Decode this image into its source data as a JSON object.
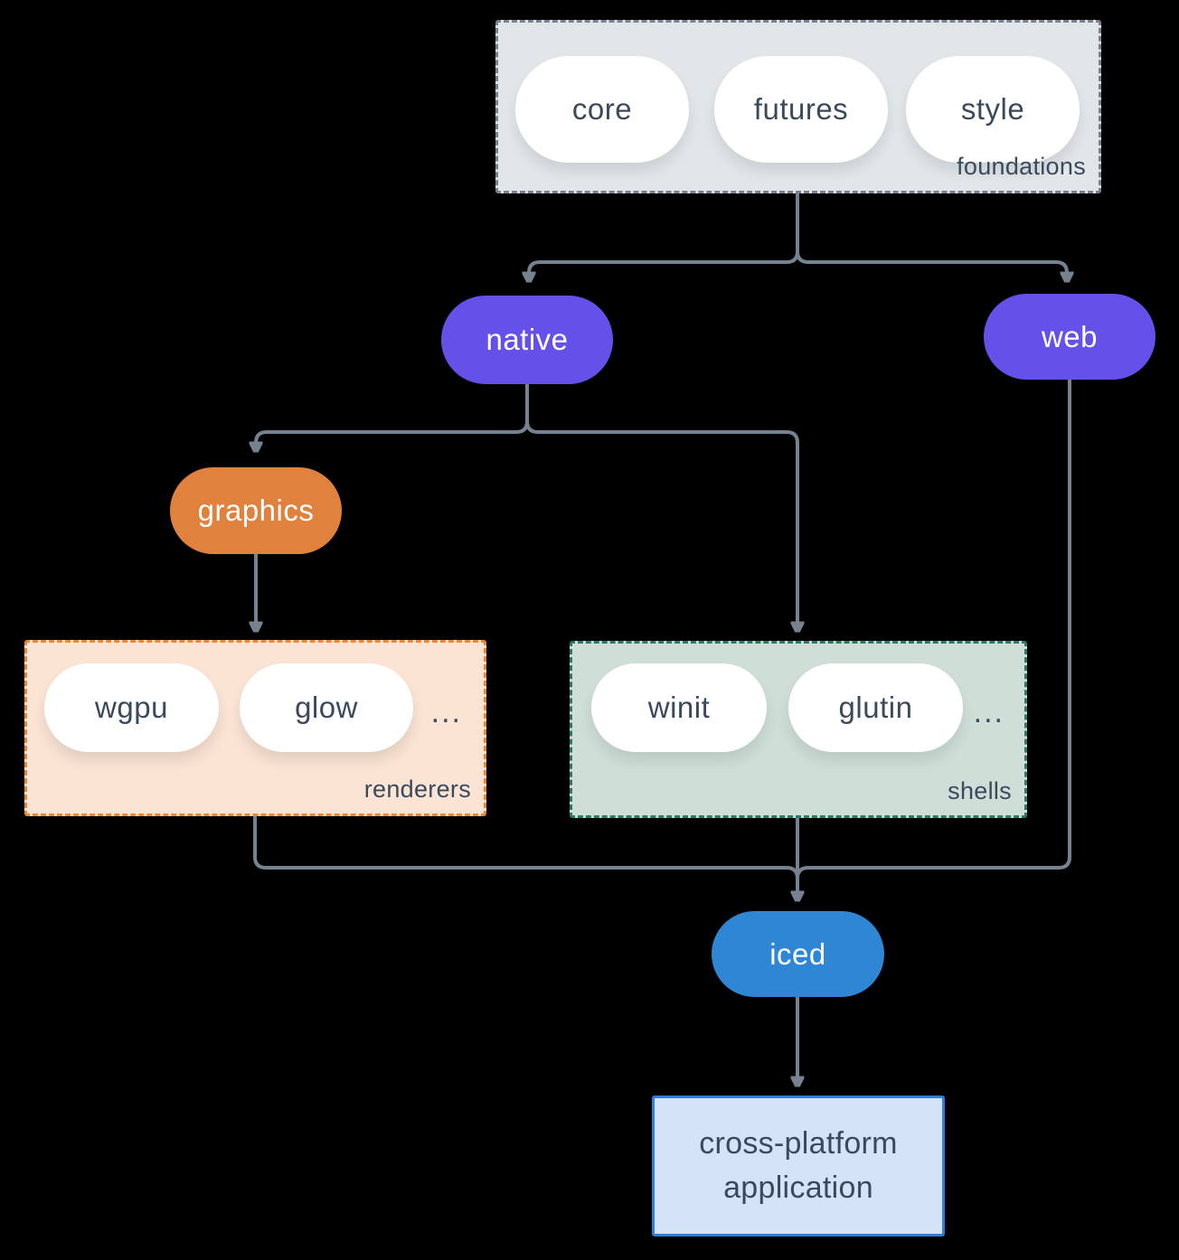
{
  "colors": {
    "background": "#000000",
    "node_purple": "#6351E9",
    "node_orange": "#E0813D",
    "node_blue": "#2E86D4",
    "arrow": "#76828F",
    "foundations_fill": "#E2E6E9",
    "foundations_border": "#76828F",
    "renderers_fill": "#FBE4D3",
    "renderers_border": "#EC8733",
    "shells_fill": "#CFDFD7",
    "shells_border": "#2C7A66",
    "app_fill": "#D4E4F6",
    "app_border": "#2E7FD4",
    "text_dark": "#3A4A5C",
    "text_light": "#FFFFFF"
  },
  "groups": {
    "foundations": {
      "label": "foundations",
      "items": [
        {
          "label": "core"
        },
        {
          "label": "futures"
        },
        {
          "label": "style"
        }
      ]
    },
    "renderers": {
      "label": "renderers",
      "ellipsis": "...",
      "items": [
        {
          "label": "wgpu"
        },
        {
          "label": "glow"
        }
      ]
    },
    "shells": {
      "label": "shells",
      "ellipsis": "...",
      "items": [
        {
          "label": "winit"
        },
        {
          "label": "glutin"
        }
      ]
    }
  },
  "nodes": {
    "native": {
      "label": "native"
    },
    "web": {
      "label": "web"
    },
    "graphics": {
      "label": "graphics"
    },
    "iced": {
      "label": "iced"
    }
  },
  "app": {
    "label": "cross-platform application"
  }
}
